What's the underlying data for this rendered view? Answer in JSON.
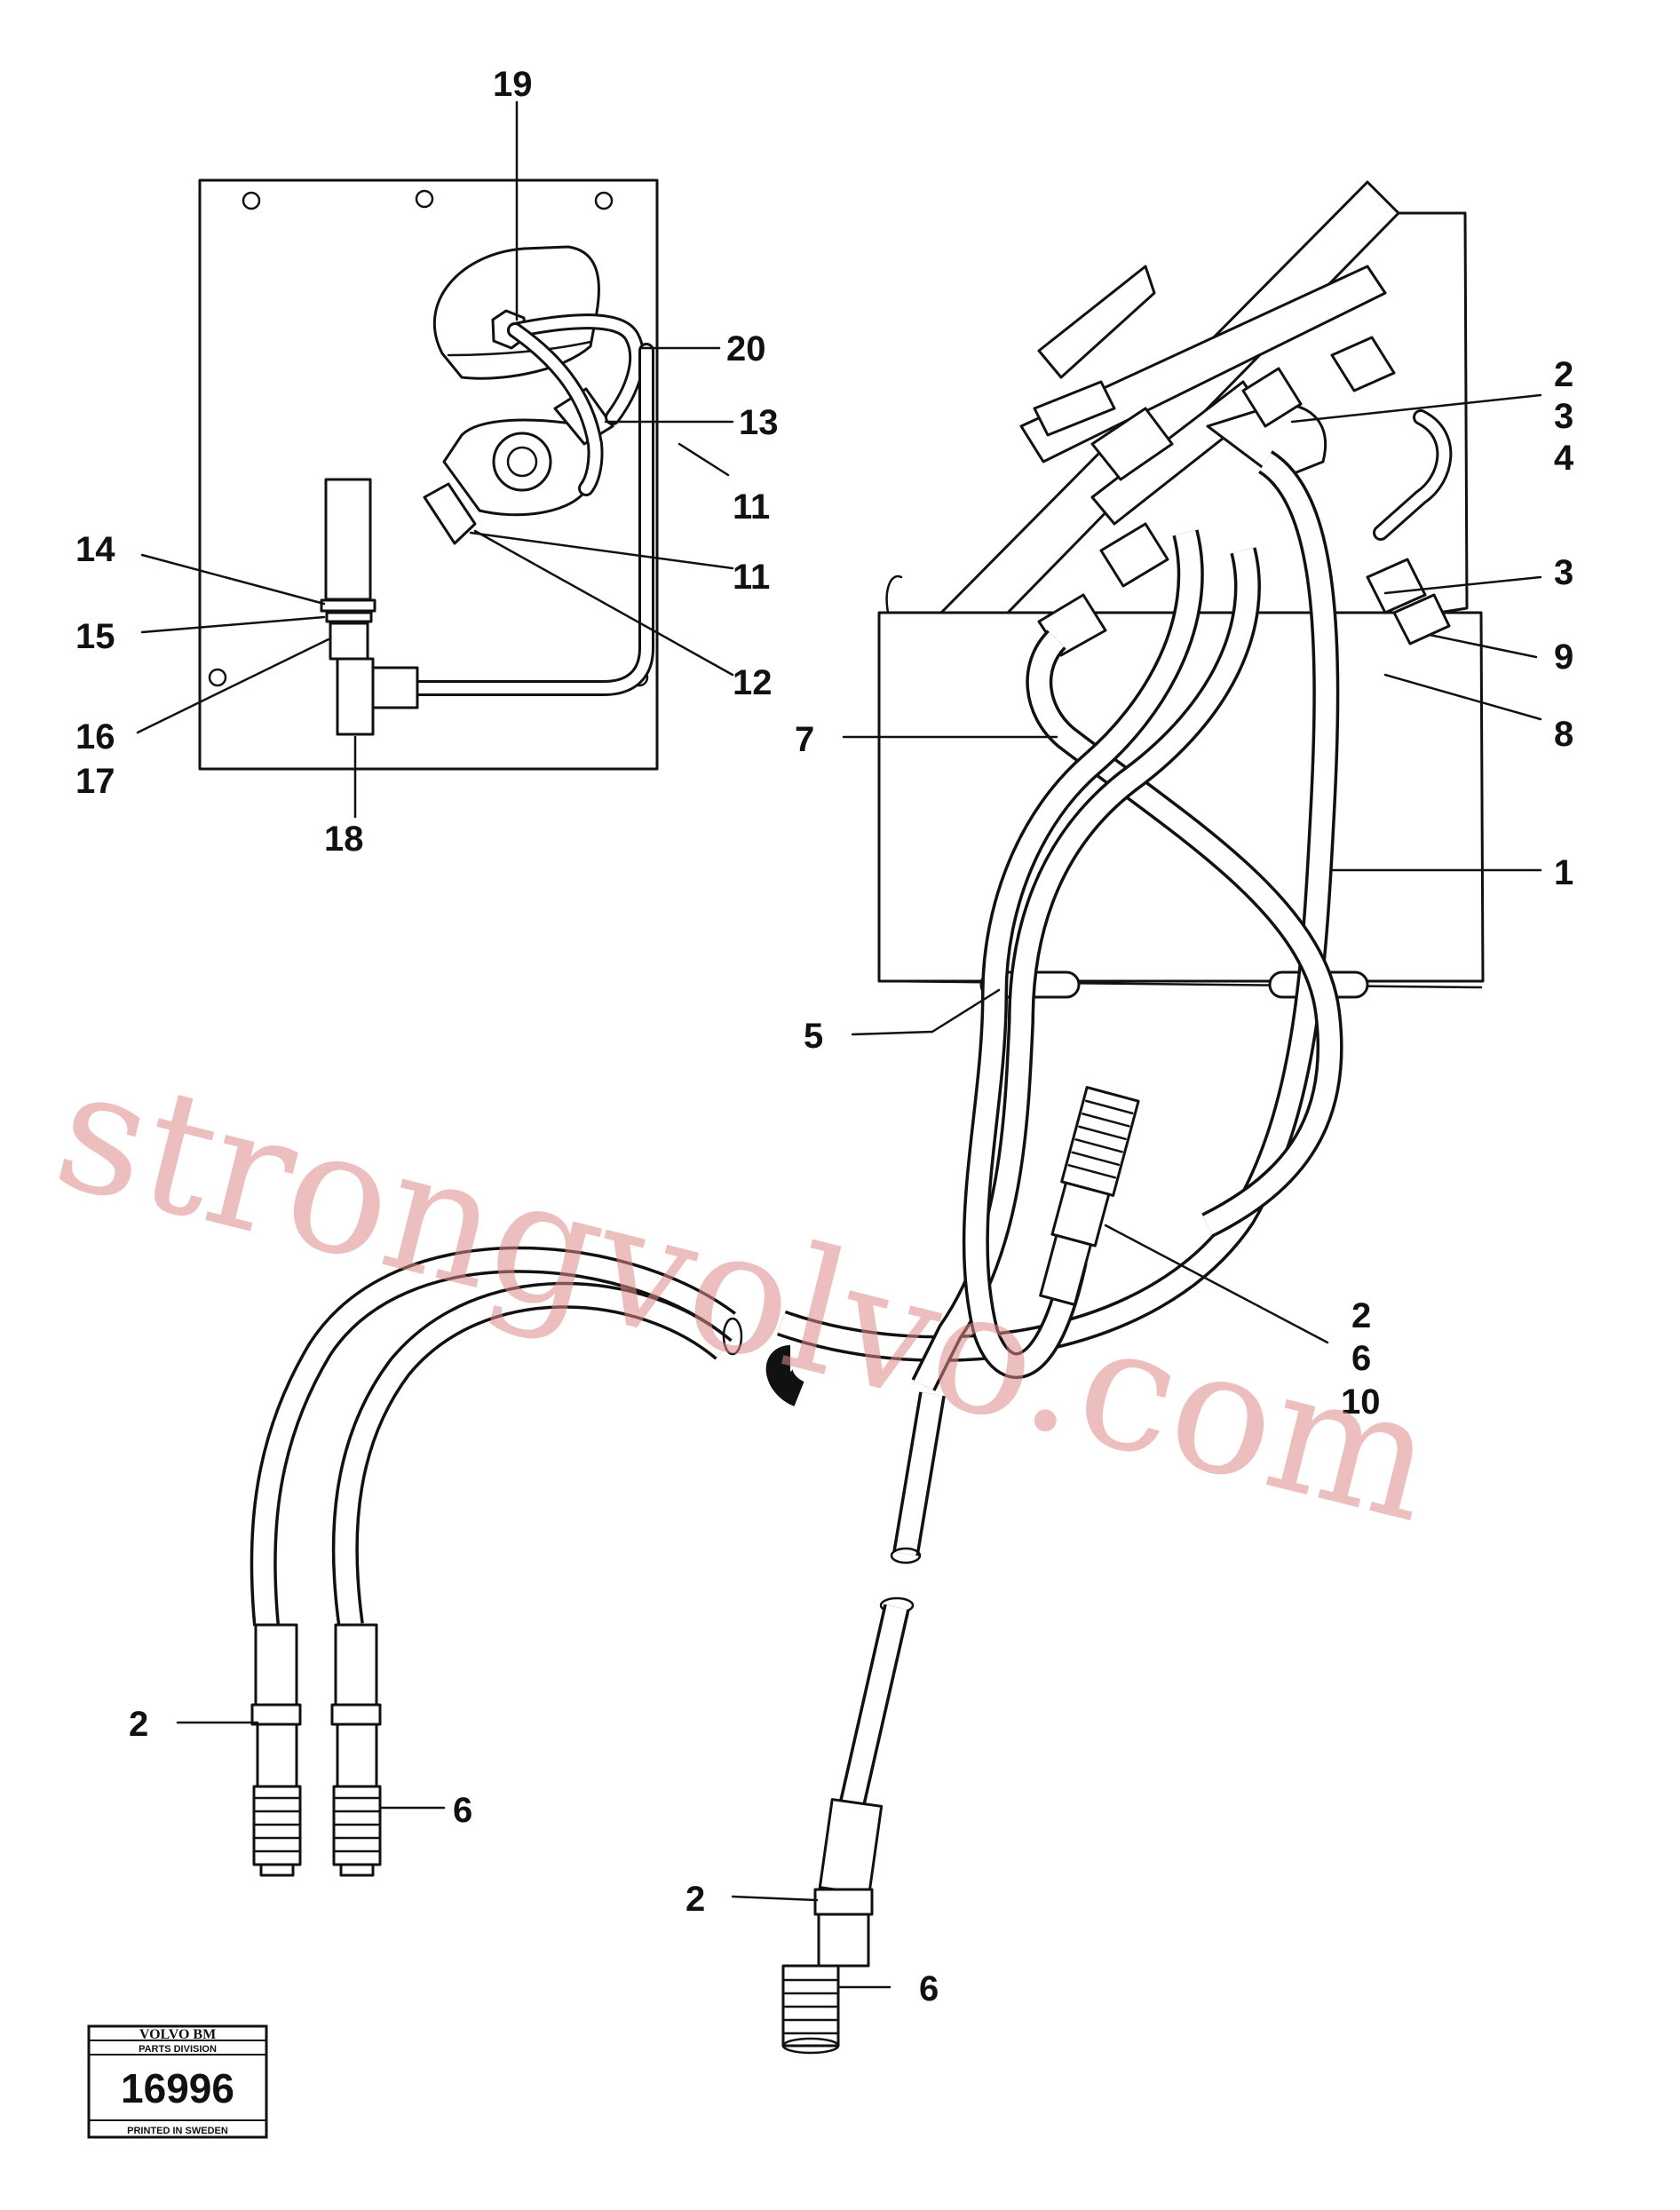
{
  "callouts": {
    "c19": "19",
    "c20": "20",
    "c13": "13",
    "c11a": "11",
    "c11b": "11",
    "c12": "12",
    "c14": "14",
    "c15": "15",
    "c16": "16",
    "c17": "17",
    "c18": "18",
    "c2a": "2",
    "c3a": "3",
    "c4": "4",
    "c3b": "3",
    "c9": "9",
    "c8": "8",
    "c7": "7",
    "c1": "1",
    "c5": "5",
    "c2b": "2",
    "c6a": "6",
    "c10": "10",
    "c2c": "2",
    "c6b": "6",
    "c2d": "2",
    "c6c": "6"
  },
  "watermark": "strongvolvo.com",
  "logo": {
    "brand": "VOLVO BM",
    "division": "PARTS DIVISION",
    "number": "16996",
    "printed": "PRINTED IN SWEDEN"
  }
}
